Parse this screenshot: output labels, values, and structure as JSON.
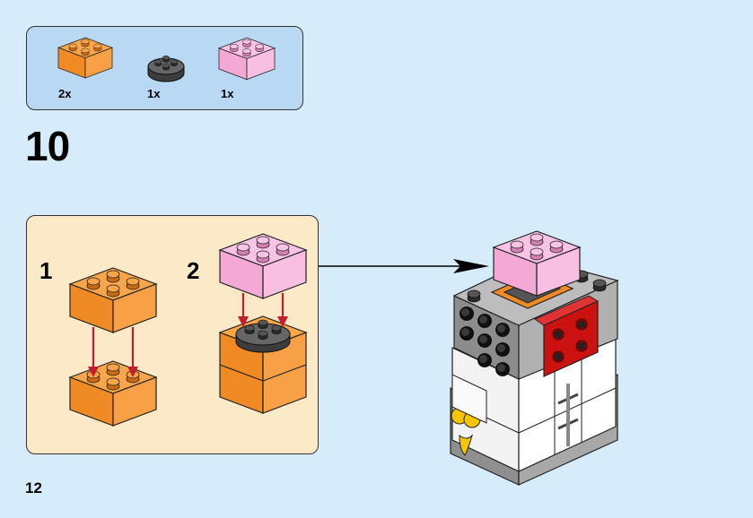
{
  "step": {
    "number": "10"
  },
  "parts": [
    {
      "qty": "2x",
      "icon": "orange-2x2-brick-icon",
      "color": "#f08a24"
    },
    {
      "qty": "1x",
      "icon": "dark-gray-round-plate-icon",
      "color": "#555555"
    },
    {
      "qty": "1x",
      "icon": "pink-2x2-brick-icon",
      "color": "#f4a8d6"
    }
  ],
  "substeps": [
    {
      "number": "1"
    },
    {
      "number": "2"
    }
  ],
  "page": {
    "number": "12"
  },
  "colors": {
    "background": "#d6ecfa",
    "parts_panel": "#b8d8f4",
    "substep_panel": "#fbe9c7",
    "orange": "#f08a24",
    "pink": "#f4a8d6",
    "dark_gray": "#555555",
    "light_gray": "#a0a0a0",
    "red": "#cc1111",
    "white": "#ffffff",
    "yellow": "#f6c500",
    "arrow_red": "#c41e2a"
  }
}
